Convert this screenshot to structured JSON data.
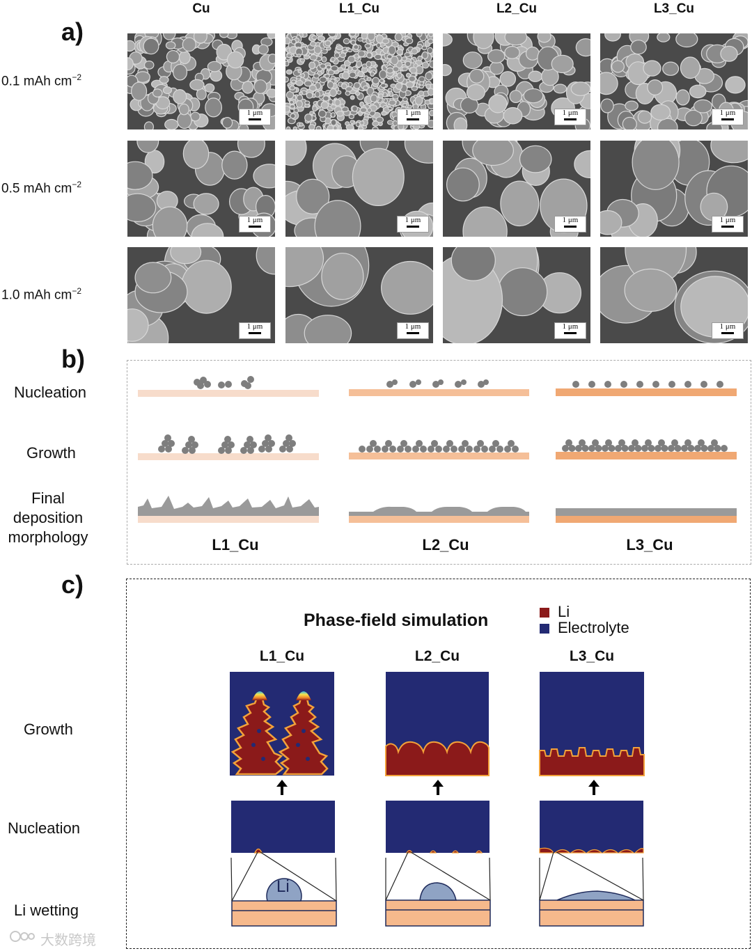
{
  "panel_a": {
    "letter": "a)",
    "columns": [
      "Cu",
      "L1_Cu",
      "L2_Cu",
      "L3_Cu"
    ],
    "rows": [
      {
        "label": "0.1 mAh cm",
        "exp": "−2"
      },
      {
        "label": "0.5 mAh cm",
        "exp": "−2"
      },
      {
        "label": "1.0 mAh cm",
        "exp": "−2"
      }
    ],
    "scale_label": "1 μm"
  },
  "panel_b": {
    "letter": "b)",
    "rows": [
      "Nucleation",
      "Growth",
      "Final deposition morphology"
    ],
    "row_lines": [
      "Final",
      "deposition",
      "morphology"
    ],
    "columns": [
      "L1_Cu",
      "L2_Cu",
      "L3_Cu"
    ]
  },
  "panel_c": {
    "letter": "c)",
    "title": "Phase-field simulation",
    "legend": [
      {
        "label": "Li",
        "color": "#8b1a1a"
      },
      {
        "label": "Electrolyte",
        "color": "#232a73"
      }
    ],
    "columns": [
      "L1_Cu",
      "L2_Cu",
      "L3_Cu"
    ],
    "rows": [
      "Growth",
      "Nucleation",
      "Li wetting"
    ],
    "droplet_label": "Li"
  },
  "colors": {
    "electrolyte": "#232a73",
    "li": "#8b1a1a",
    "substrate_l1": "#f7dccb",
    "substrate_l2": "#f5bf98",
    "substrate_l3": "#f0a873",
    "droplet": "#8fa3c4",
    "deposit": "#9a9a9a"
  },
  "watermark": "大数跨境"
}
